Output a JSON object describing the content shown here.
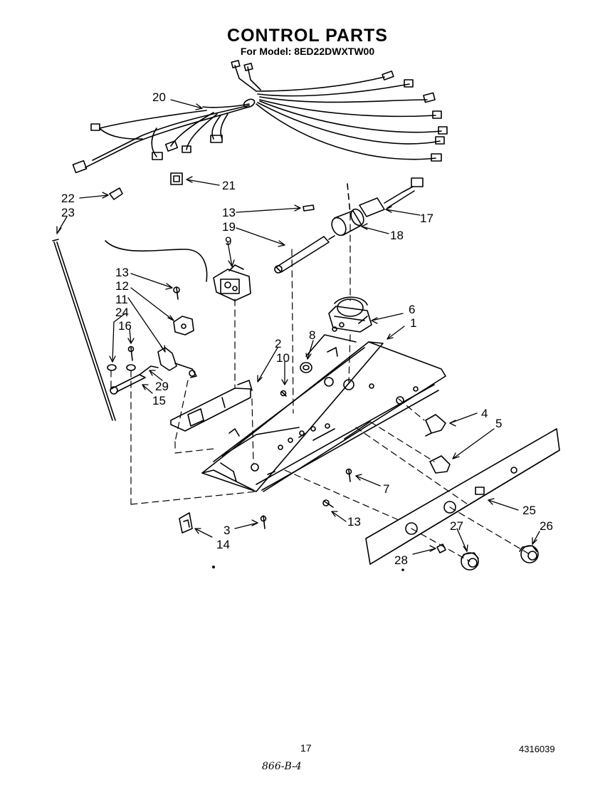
{
  "title": "CONTROL PARTS",
  "subtitle": "For Model: 8ED22DWXTW00",
  "page_number": "17",
  "doc_number": "4316039",
  "handwritten_note": "866-B-4",
  "callouts": {
    "c1": "1",
    "c2": "2",
    "c3": "3",
    "c4": "4",
    "c5": "5",
    "c6": "6",
    "c7": "7",
    "c8": "8",
    "c9": "9",
    "c10": "10",
    "c11": "11",
    "c12": "12",
    "c13a": "13",
    "c13b": "13",
    "c13c": "13",
    "c14": "14",
    "c15": "15",
    "c16": "16",
    "c17": "17",
    "c18": "18",
    "c19": "19",
    "c20": "20",
    "c21": "21",
    "c22": "22",
    "c23": "23",
    "c24": "24",
    "c25": "25",
    "c26": "26",
    "c27": "27",
    "c28": "28",
    "c29": "29"
  }
}
